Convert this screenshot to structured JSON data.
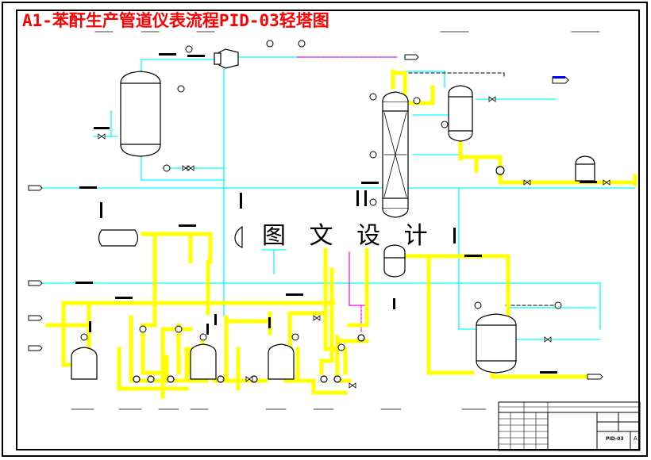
{
  "drawing": {
    "title": "A1-苯酐生产管道仪表流程PID-03轻塔图",
    "watermark": "图 文 设 计"
  },
  "title_block": {
    "drawing_no": "PID-03",
    "sheet": "A"
  },
  "colors": {
    "process_line": "#ffff00",
    "utility_line": "#00ffff",
    "dashed_line": "#ff00ff",
    "equipment": "#000000",
    "title": "#ff0000"
  },
  "equipment": [
    {
      "kind": "vertical-vessel",
      "icon": "tank-icon"
    },
    {
      "kind": "horizontal-drum",
      "icon": "drum-icon"
    },
    {
      "kind": "distillation-column",
      "icon": "column-icon"
    },
    {
      "kind": "heat-exchanger",
      "icon": "exchanger-icon"
    },
    {
      "kind": "storage-tank",
      "icon": "tank-icon"
    },
    {
      "kind": "reactor",
      "icon": "reactor-icon"
    },
    {
      "kind": "pump",
      "icon": "pump-icon"
    }
  ]
}
